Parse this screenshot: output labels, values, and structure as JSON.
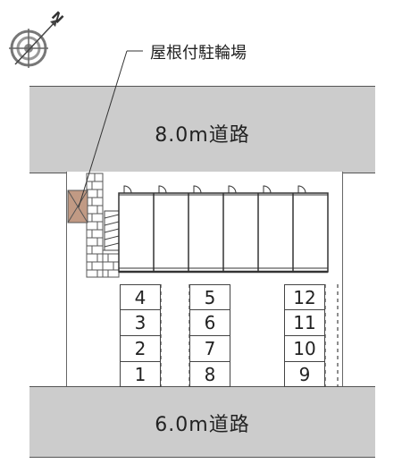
{
  "compass": {
    "north_label": "N",
    "icon": "compass-rose-icon"
  },
  "callout": {
    "label": "屋根付駐輪場"
  },
  "roads": {
    "top": {
      "label": "8.0m道路"
    },
    "bottom": {
      "label": "6.0m道路"
    }
  },
  "parking": {
    "left_column_a": [
      "4",
      "3",
      "2",
      "1"
    ],
    "left_column_b": [
      "5",
      "6",
      "7",
      "8"
    ],
    "right_column": [
      "12",
      "11",
      "10",
      "9"
    ]
  },
  "colors": {
    "road": "#cccccc",
    "bike_shelter": "#c19a84",
    "line": "#444444"
  }
}
